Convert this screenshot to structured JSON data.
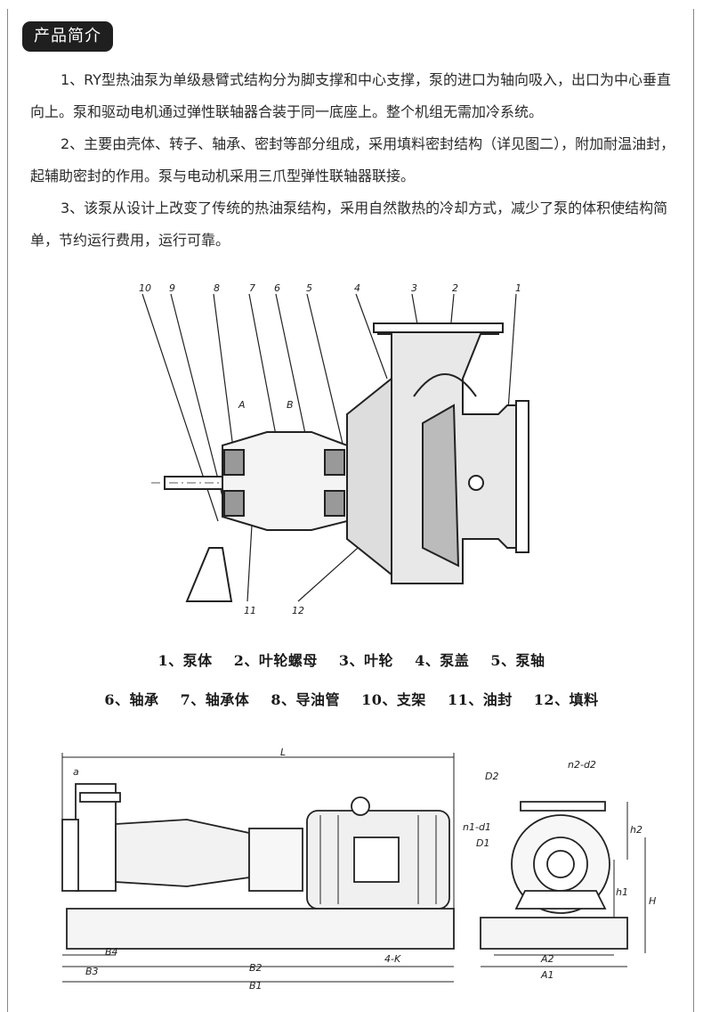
{
  "section_title": "产品简介",
  "paragraphs": [
    "1、RY型热油泵为单级悬臂式结构分为脚支撑和中心支撑，泵的进口为轴向吸入，出口为中心垂直向上。泵和驱动电机通过弹性联轴器合装于同一底座上。整个机组无需加冷系统。",
    "2、主要由壳体、转子、轴承、密封等部分组成，采用填料密封结构（详见图二），附加耐温油封，起辅助密封的作用。泵与电动机采用三爪型弹性联轴器联接。",
    "3、该泵从设计上改变了传统的热油泵结构，采用自然散热的冷却方式，减少了泵的体积使结构简单，节约运行费用，运行可靠。"
  ],
  "diagram_labels": {
    "numbers": [
      "10",
      "9",
      "8",
      "7",
      "6",
      "5",
      "4",
      "3",
      "2",
      "1",
      "11",
      "12"
    ],
    "A": "A",
    "B": "B"
  },
  "parts_line_1": [
    "1、泵体",
    "2、叶轮螺母",
    "3、叶轮",
    "4、泵盖",
    "5、泵轴"
  ],
  "parts_line_2": [
    "6、轴承",
    "7、轴承体",
    "8、导油管",
    "10、支架",
    "11、油封",
    "12、填料"
  ],
  "dimension_labels": {
    "L": "L",
    "a": "a",
    "B4": "B4",
    "B3": "B3",
    "B2": "B2",
    "B1": "B1",
    "K": "4-K",
    "D2": "D2",
    "D1": "D1",
    "n2d2": "n2-d2",
    "n1d1": "n1-d1",
    "h2": "h2",
    "h1": "h1",
    "H": "H",
    "A2": "A2",
    "A1": "A1"
  }
}
